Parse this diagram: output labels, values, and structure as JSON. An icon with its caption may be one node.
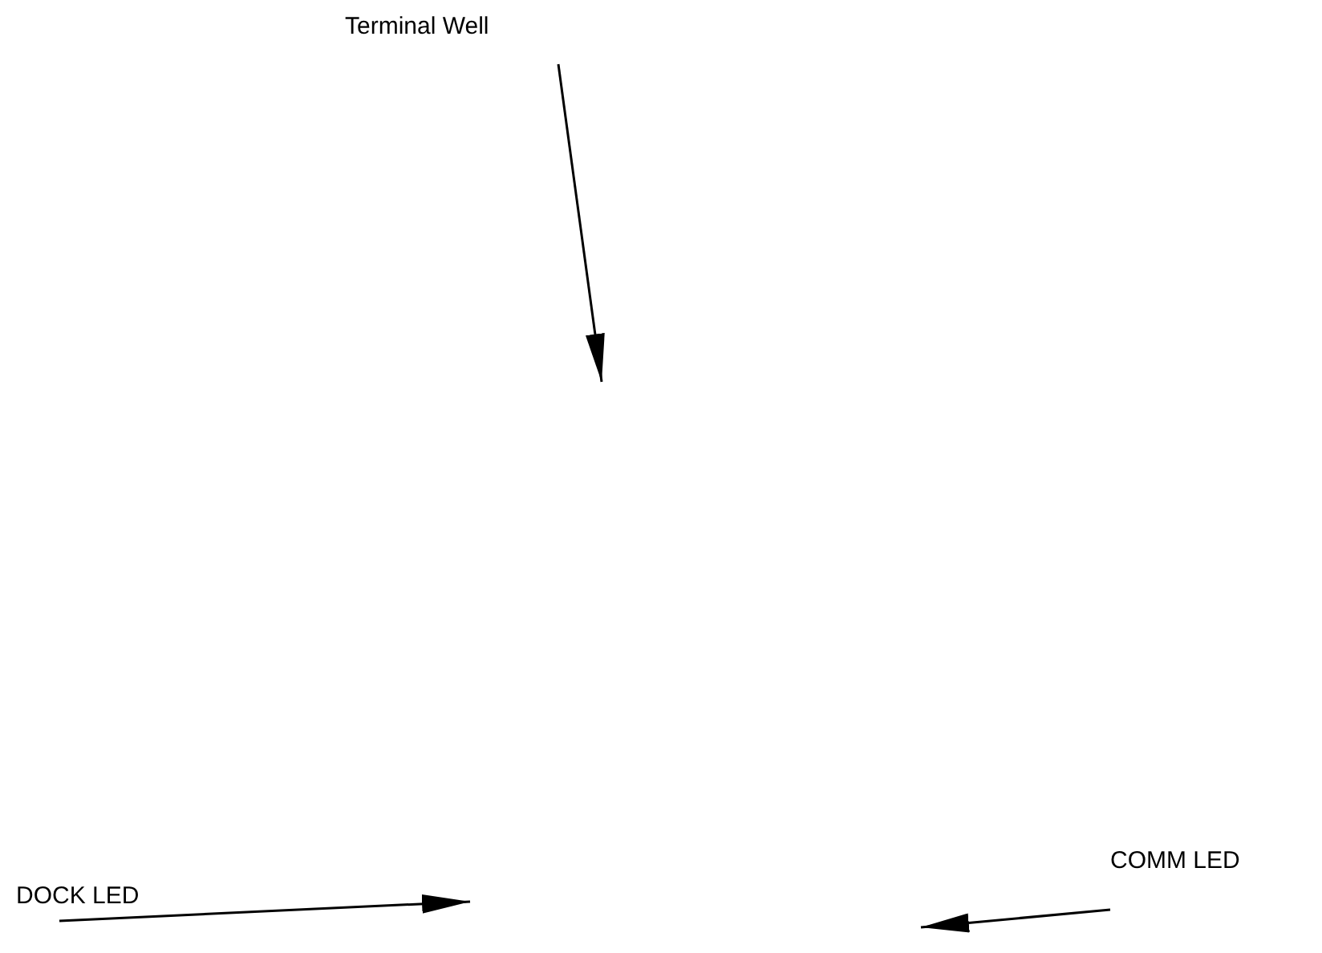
{
  "diagram": {
    "nodes": [
      {
        "text": [
          "Terminal Well"
        ]
      },
      {
        "text": [
          "DOCK LED"
        ]
      },
      {
        "text": [
          "COMM LED"
        ]
      }
    ],
    "edges": [
      {
        "from": 0,
        "to": null,
        "arrow": "to"
      },
      {
        "from": 1,
        "to": null,
        "arrow": "to"
      },
      {
        "from": 2,
        "to": null,
        "arrow": "to"
      }
    ]
  }
}
